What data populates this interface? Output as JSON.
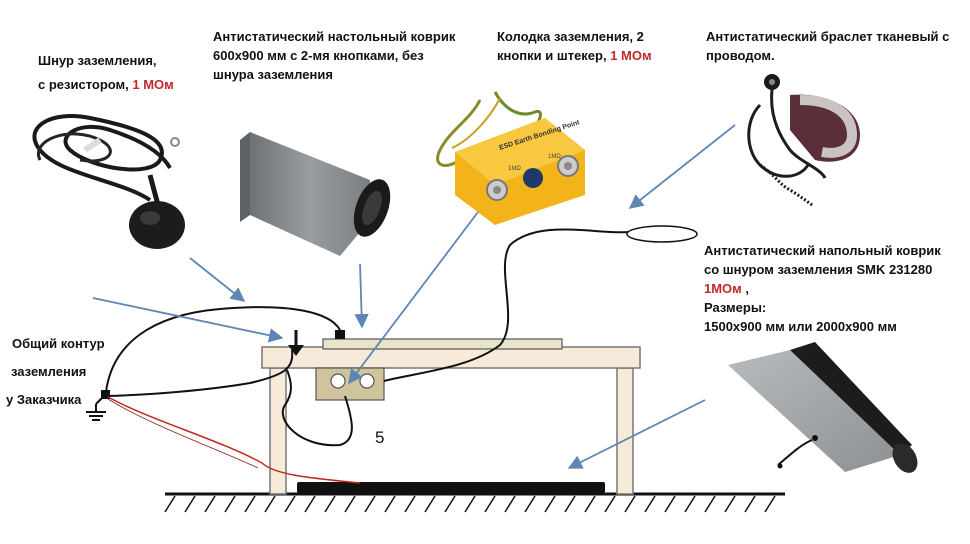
{
  "labels": {
    "cord": {
      "line1": "Шнур заземления,",
      "line2": "с резистором, ",
      "resistance": "1 МОм"
    },
    "table_mat": {
      "line1": "Антистатический настольный коврик",
      "line2": "600х900 мм с 2-мя кнопками, без",
      "line3": "шнура заземления"
    },
    "ground_block": {
      "line1": "Колодка заземления, 2",
      "line2": "кнопки и штекер, ",
      "resistance": "1 МОм"
    },
    "wrist_strap": {
      "line1": "Антистатический браслет тканевый с",
      "line2": "проводом."
    },
    "floor_mat": {
      "line1": "Антистатический напольный коврик",
      "line2": "со шнуром заземления SMK 231280",
      "resistance": "1МОм",
      "resistance_suffix": " ,",
      "line4": "Размеры:",
      "line5": "1500х900 мм  или 2000х900 мм"
    },
    "ground_loop": {
      "line1": "Общий контур",
      "line2": "заземления",
      "line3": "у Заказчика"
    },
    "number": "5"
  },
  "product_text": {
    "ground_block_caption": "ESD Earth Bonding Point",
    "resistor_tag": "1MΩ"
  },
  "colors": {
    "wire": "#111111",
    "arrow": "#5e86b5",
    "red_text": "#c0282b",
    "table": "#f7ead8",
    "table_outline": "#777777",
    "mat": "#e8e3c9",
    "block": "#cfc49c",
    "floor_wire": "#c0281f",
    "mat_gray": "#8c8f91",
    "bracket_yellow": "#f2b41a"
  }
}
